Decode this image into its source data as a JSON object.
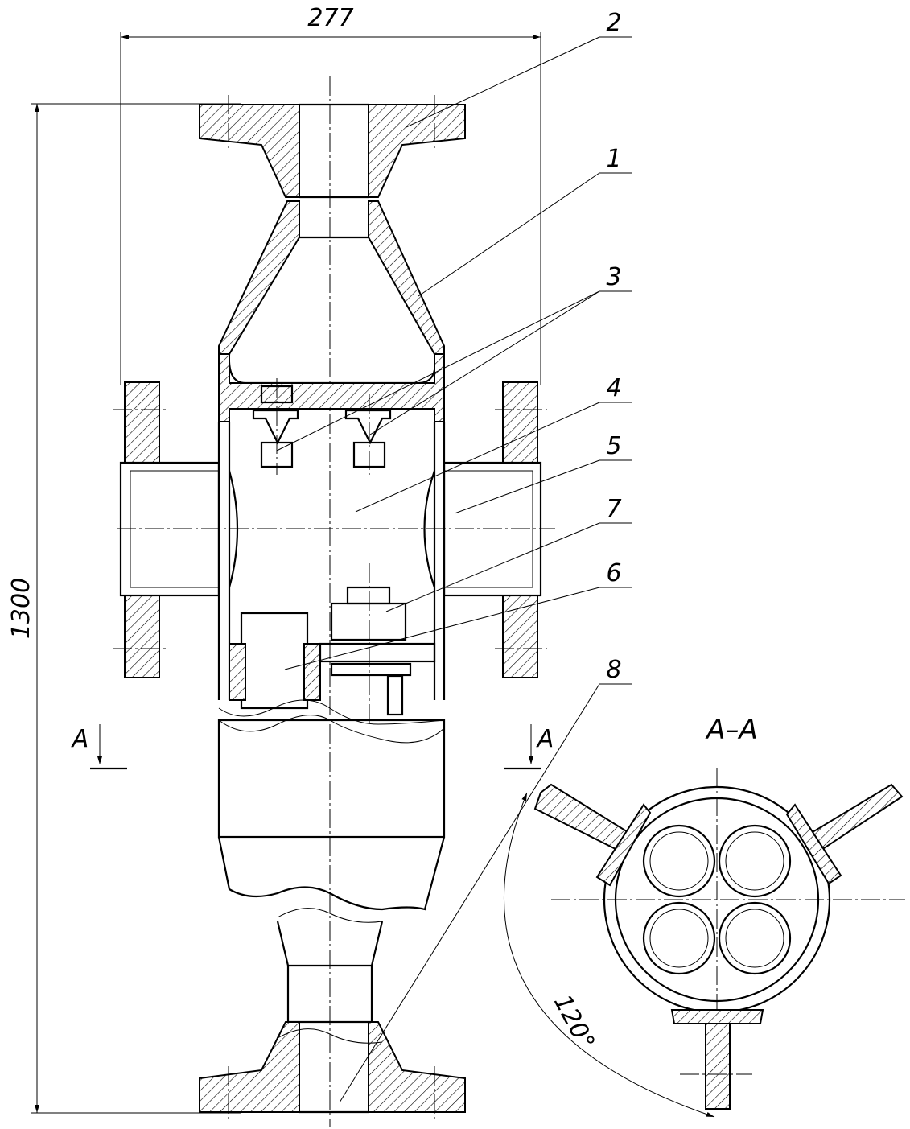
{
  "dimensions": {
    "width": "277",
    "height": "1300",
    "angle": "120°"
  },
  "section_mark": "A",
  "section_title": "A–A",
  "callouts": [
    "2",
    "1",
    "3",
    "4",
    "5",
    "7",
    "6",
    "8"
  ]
}
